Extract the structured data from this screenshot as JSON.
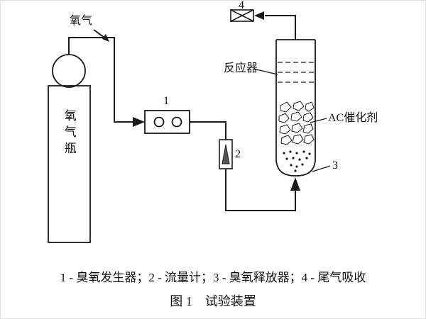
{
  "diagram": {
    "labels": {
      "oxygen_in": "氧气",
      "oxygen_cylinder": "氧气瓶",
      "reactor": "反应器",
      "catalyst": "AC催化剂",
      "n1": "1",
      "n2": "2",
      "n3": "3",
      "n4": "4"
    },
    "caption": {
      "legend": "1 - 臭氧发生器；2 - 流量计；3 - 臭氧释放器；4 - 尾气吸收",
      "title": "图 1　试验装置"
    },
    "colors": {
      "line": "#1a1a1a",
      "background": "#ffffff"
    }
  }
}
